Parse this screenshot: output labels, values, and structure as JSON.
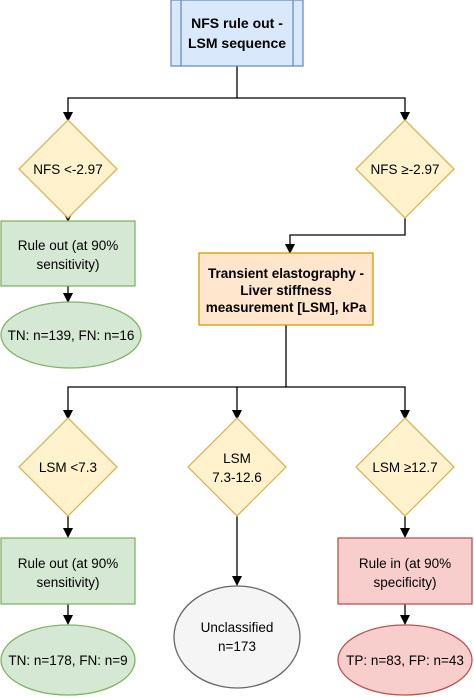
{
  "colors": {
    "start_fill": "#dae8fc",
    "start_stroke": "#6c8ebf",
    "decision_fill": "#fff2cc",
    "decision_stroke": "#d6b656",
    "process_fill": "#ffe6cc",
    "process_stroke": "#d79b00",
    "ruleout_fill": "#d5e8d4",
    "ruleout_stroke": "#82b366",
    "rulein_fill": "#f8cecc",
    "rulein_stroke": "#b85450",
    "unclassified_fill": "#f5f5f5",
    "unclassified_stroke": "#666666"
  },
  "start": {
    "line1": "NFS rule out -",
    "line2": "LSM sequence"
  },
  "nfs_low": {
    "label": "NFS <-2.97"
  },
  "nfs_high": {
    "label": "NFS ≥-2.97"
  },
  "ruleout_nfs": {
    "line1": "Rule out (at 90%",
    "line2": "sensitivity)"
  },
  "result_nfs": {
    "label": "TN: n=139, FN: n=16"
  },
  "te": {
    "line1": "Transient elastography -",
    "line2": "Liver stiffness",
    "line3": "measurement [LSM], kPa"
  },
  "lsm_low": {
    "label": "LSM <7.3"
  },
  "lsm_mid": {
    "line1": "LSM",
    "line2": "7.3-12.6"
  },
  "lsm_high": {
    "label": "LSM ≥12.7"
  },
  "ruleout_lsm": {
    "line1": "Rule out (at 90%",
    "line2": "sensitivity)"
  },
  "rulein_lsm": {
    "line1": "Rule in (at 90%",
    "line2": "specificity)"
  },
  "unclassified": {
    "line1": "Unclassified",
    "line2": "n=173"
  },
  "result_lsm_low": {
    "label": "TN: n=178, FN: n=9"
  },
  "result_lsm_high": {
    "label": "TP: n=83, FP: n=43"
  }
}
